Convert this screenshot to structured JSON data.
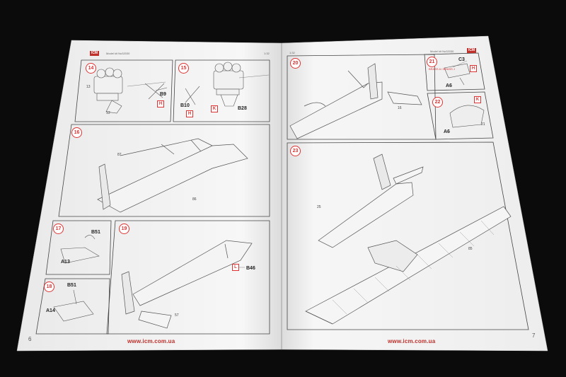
{
  "header": {
    "left_logo": "ICM",
    "left_model": "Model kit No32030",
    "left_scale": "1:32",
    "right_scale": "1:32",
    "right_model": "Model kit No32030",
    "right_logo": "ICM"
  },
  "footer": {
    "left_url": "www.icm.com.ua",
    "right_url": "www.icm.com.ua",
    "left_page": "6",
    "right_page": "7"
  },
  "steps": {
    "s14": "14",
    "s15": "15",
    "s16": "16",
    "s17": "17",
    "s18": "18",
    "s19": "19",
    "s20": "20",
    "s21": "21",
    "s22": "22",
    "s23": "23"
  },
  "parts": {
    "b9": "B9",
    "b10": "B10",
    "b28": "B28",
    "b51a": "B51",
    "a13": "A13",
    "b51b": "B51",
    "a14": "A14",
    "b46": "B46",
    "c3": "C3",
    "a6a": "A6",
    "a6b": "A6"
  },
  "refs": {
    "r14a": "13",
    "r14b": "13",
    "r16a": "87",
    "r16b": "86",
    "r19": "57",
    "r20": "16",
    "r22": "21",
    "r23a": "25",
    "r23b": "85",
    "r21note": "BRASS A / BRASS J"
  },
  "markers": {
    "m14": "H",
    "m15a": "H",
    "m15b": "K",
    "m19": "L",
    "m21": "H",
    "m22": "K"
  }
}
